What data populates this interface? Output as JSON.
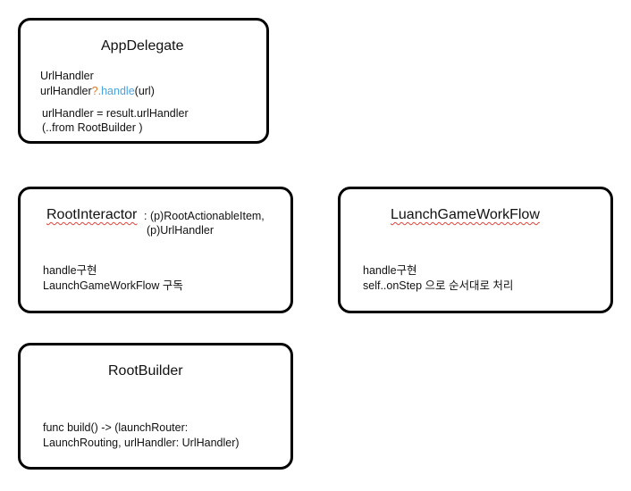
{
  "app_delegate": {
    "title": "AppDelegate",
    "line1": "UrlHandler",
    "line2": {
      "prefix": "urlHandler",
      "optional": "?.",
      "method": "handle",
      "suffix": "(url)"
    },
    "line3": "urlHandler = result.urlHandler",
    "line4": "(..from RootBuilder )"
  },
  "root_interactor": {
    "title": "RootInteractor",
    "conforms_line1": " : (p)RootActionableItem,",
    "conforms_line2": "(p)UrlHandler",
    "line1": "handle구현",
    "line2": "LaunchGameWorkFlow 구독"
  },
  "launch_workflow": {
    "title": "LuanchGameWorkFlow",
    "line1": "handle구현",
    "line2": "self..onStep 으로 순서대로 처리"
  },
  "root_builder": {
    "title": "RootBuilder",
    "line1": "func build() -> (launchRouter:",
    "line2": "LaunchRouting, urlHandler: UrlHandler)"
  },
  "colors": {
    "optional_chain": "#e07a2c",
    "method_name": "#4aa3df",
    "spellcheck_underline": "#e0433a"
  }
}
